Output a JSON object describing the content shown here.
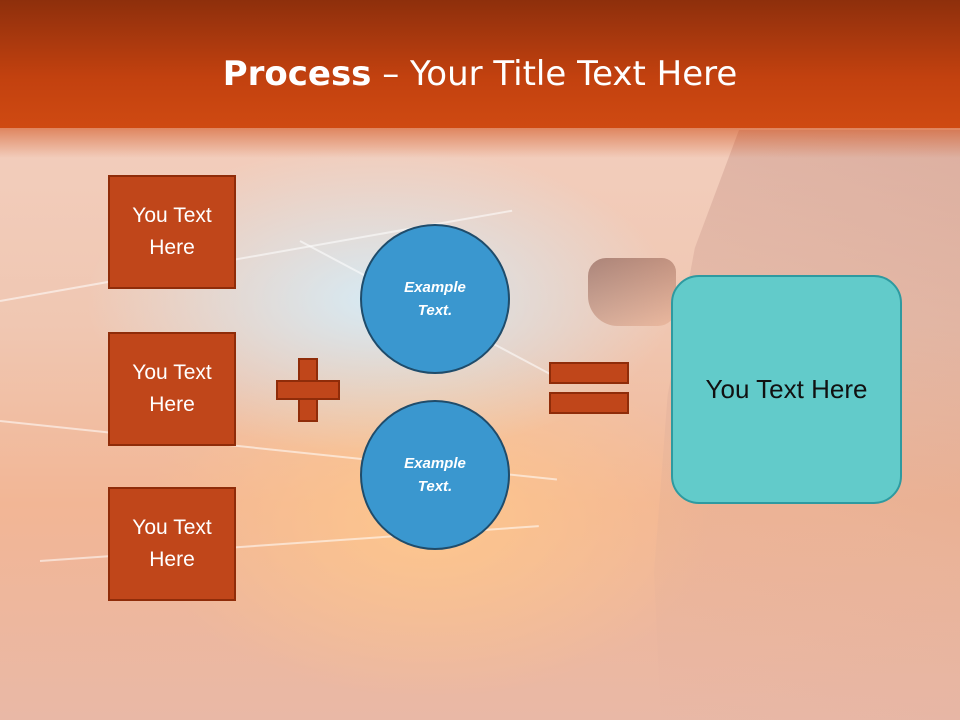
{
  "title": {
    "bold": "Process",
    "rest": " – Your Title Text Here"
  },
  "left_boxes": [
    {
      "label": "You Text\nHere"
    },
    {
      "label": "You Text\nHere"
    },
    {
      "label": "You Text\nHere"
    }
  ],
  "circles": [
    {
      "label": "Example\nText."
    },
    {
      "label": "Example\nText."
    }
  ],
  "result": {
    "label": "You Text Here"
  },
  "colors": {
    "header": "#c2410f",
    "box_fill": "#c0461a",
    "circle_fill": "#3a97cf",
    "result_fill": "#62cbca"
  }
}
